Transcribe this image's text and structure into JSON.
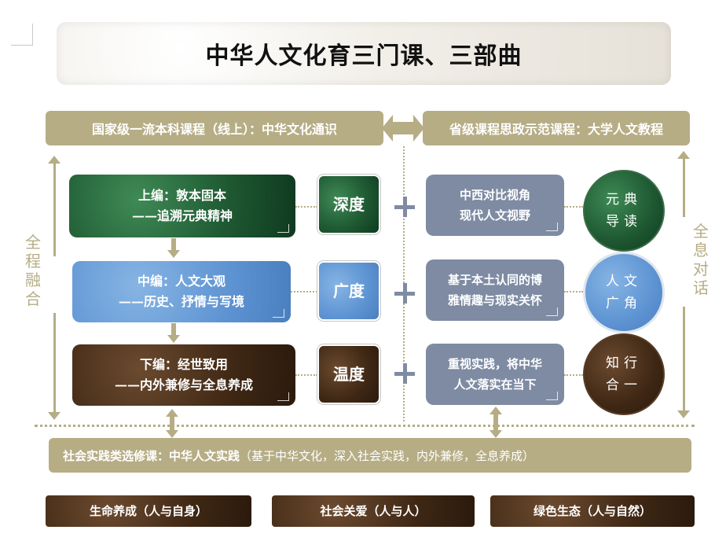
{
  "title": "中华人文化育三门课、三部曲",
  "top_banners": {
    "left": "国家级一流本科课程（线上）：中华文化通识",
    "right": "省级课程思政示范课程：大学人文教程"
  },
  "side_labels": {
    "left": [
      "全",
      "程",
      "融",
      "合"
    ],
    "right": [
      "全",
      "息",
      "对",
      "话"
    ]
  },
  "volumes": [
    {
      "line1": "上编：敦本固本",
      "line2": "——追溯元典精神",
      "tag": "深度",
      "color": "#1f5a33"
    },
    {
      "line1": "中编：人文大观",
      "line2": "——历史、抒情与写境",
      "tag": "广度",
      "color": "#5d93d2"
    },
    {
      "line1": "下编：经世致用",
      "line2": "——内外兼修与全息养成",
      "tag": "温度",
      "color": "#3e2714"
    }
  ],
  "right_boxes": [
    {
      "line1": "中西对比视角",
      "line2": "现代人文视野"
    },
    {
      "line1": "基于本土认同的博",
      "line2": "雅情趣与现实关怀"
    },
    {
      "line1": "重视实践，将中华",
      "line2": "人文落实在当下"
    }
  ],
  "circles": [
    {
      "line1": "元典",
      "line2": "导读"
    },
    {
      "line1": "人文",
      "line2": "广角"
    },
    {
      "line1": "知行",
      "line2": "合一"
    }
  ],
  "bottom_banner": {
    "label": "社会实践类选修课：中华人文实践",
    "note": "（基于中华文化，深入社会实践，内外兼修，全息养成）"
  },
  "pills": [
    "生命养成（人与自身）",
    "社会关爱（人与人）",
    "绿色生态（人与自然）"
  ],
  "colors": {
    "accent": "#b6ad85",
    "slate": "#7e8ba3"
  }
}
